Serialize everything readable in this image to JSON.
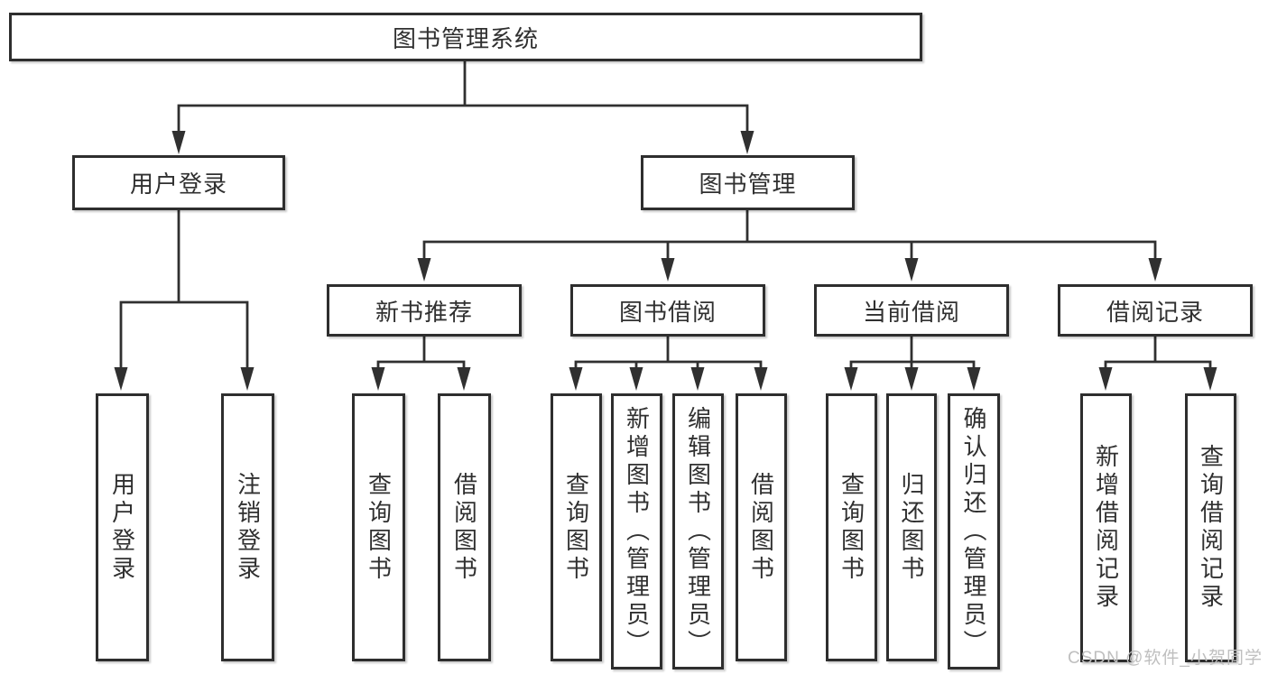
{
  "watermark": {
    "text": "CSDN @软件_小贺同学"
  },
  "colors": {
    "line": "#303030",
    "text": "#303030",
    "box_background": "#ffffff",
    "watermark": "#bfbfbf",
    "background": "#ffffff"
  },
  "tree": {
    "root": {
      "label": "图书管理系统"
    },
    "branches": [
      {
        "label": "用户登录",
        "children": [
          {
            "label": "用户登录"
          },
          {
            "label": "注销登录"
          }
        ]
      },
      {
        "label": "图书管理",
        "sections": [
          {
            "label": "新书推荐",
            "children": [
              {
                "label": "查询图书"
              },
              {
                "label": "借阅图书"
              }
            ]
          },
          {
            "label": "图书借阅",
            "children": [
              {
                "label": "查询图书"
              },
              {
                "label": "新增图书（管理员）"
              },
              {
                "label": "编辑图书（管理员）"
              },
              {
                "label": "借阅图书"
              }
            ]
          },
          {
            "label": "当前借阅",
            "children": [
              {
                "label": "查询图书"
              },
              {
                "label": "归还图书"
              },
              {
                "label": "确认归还（管理员）"
              }
            ]
          },
          {
            "label": "借阅记录",
            "children": [
              {
                "label": "新增借阅记录"
              },
              {
                "label": "查询借阅记录"
              }
            ]
          }
        ]
      }
    ]
  }
}
